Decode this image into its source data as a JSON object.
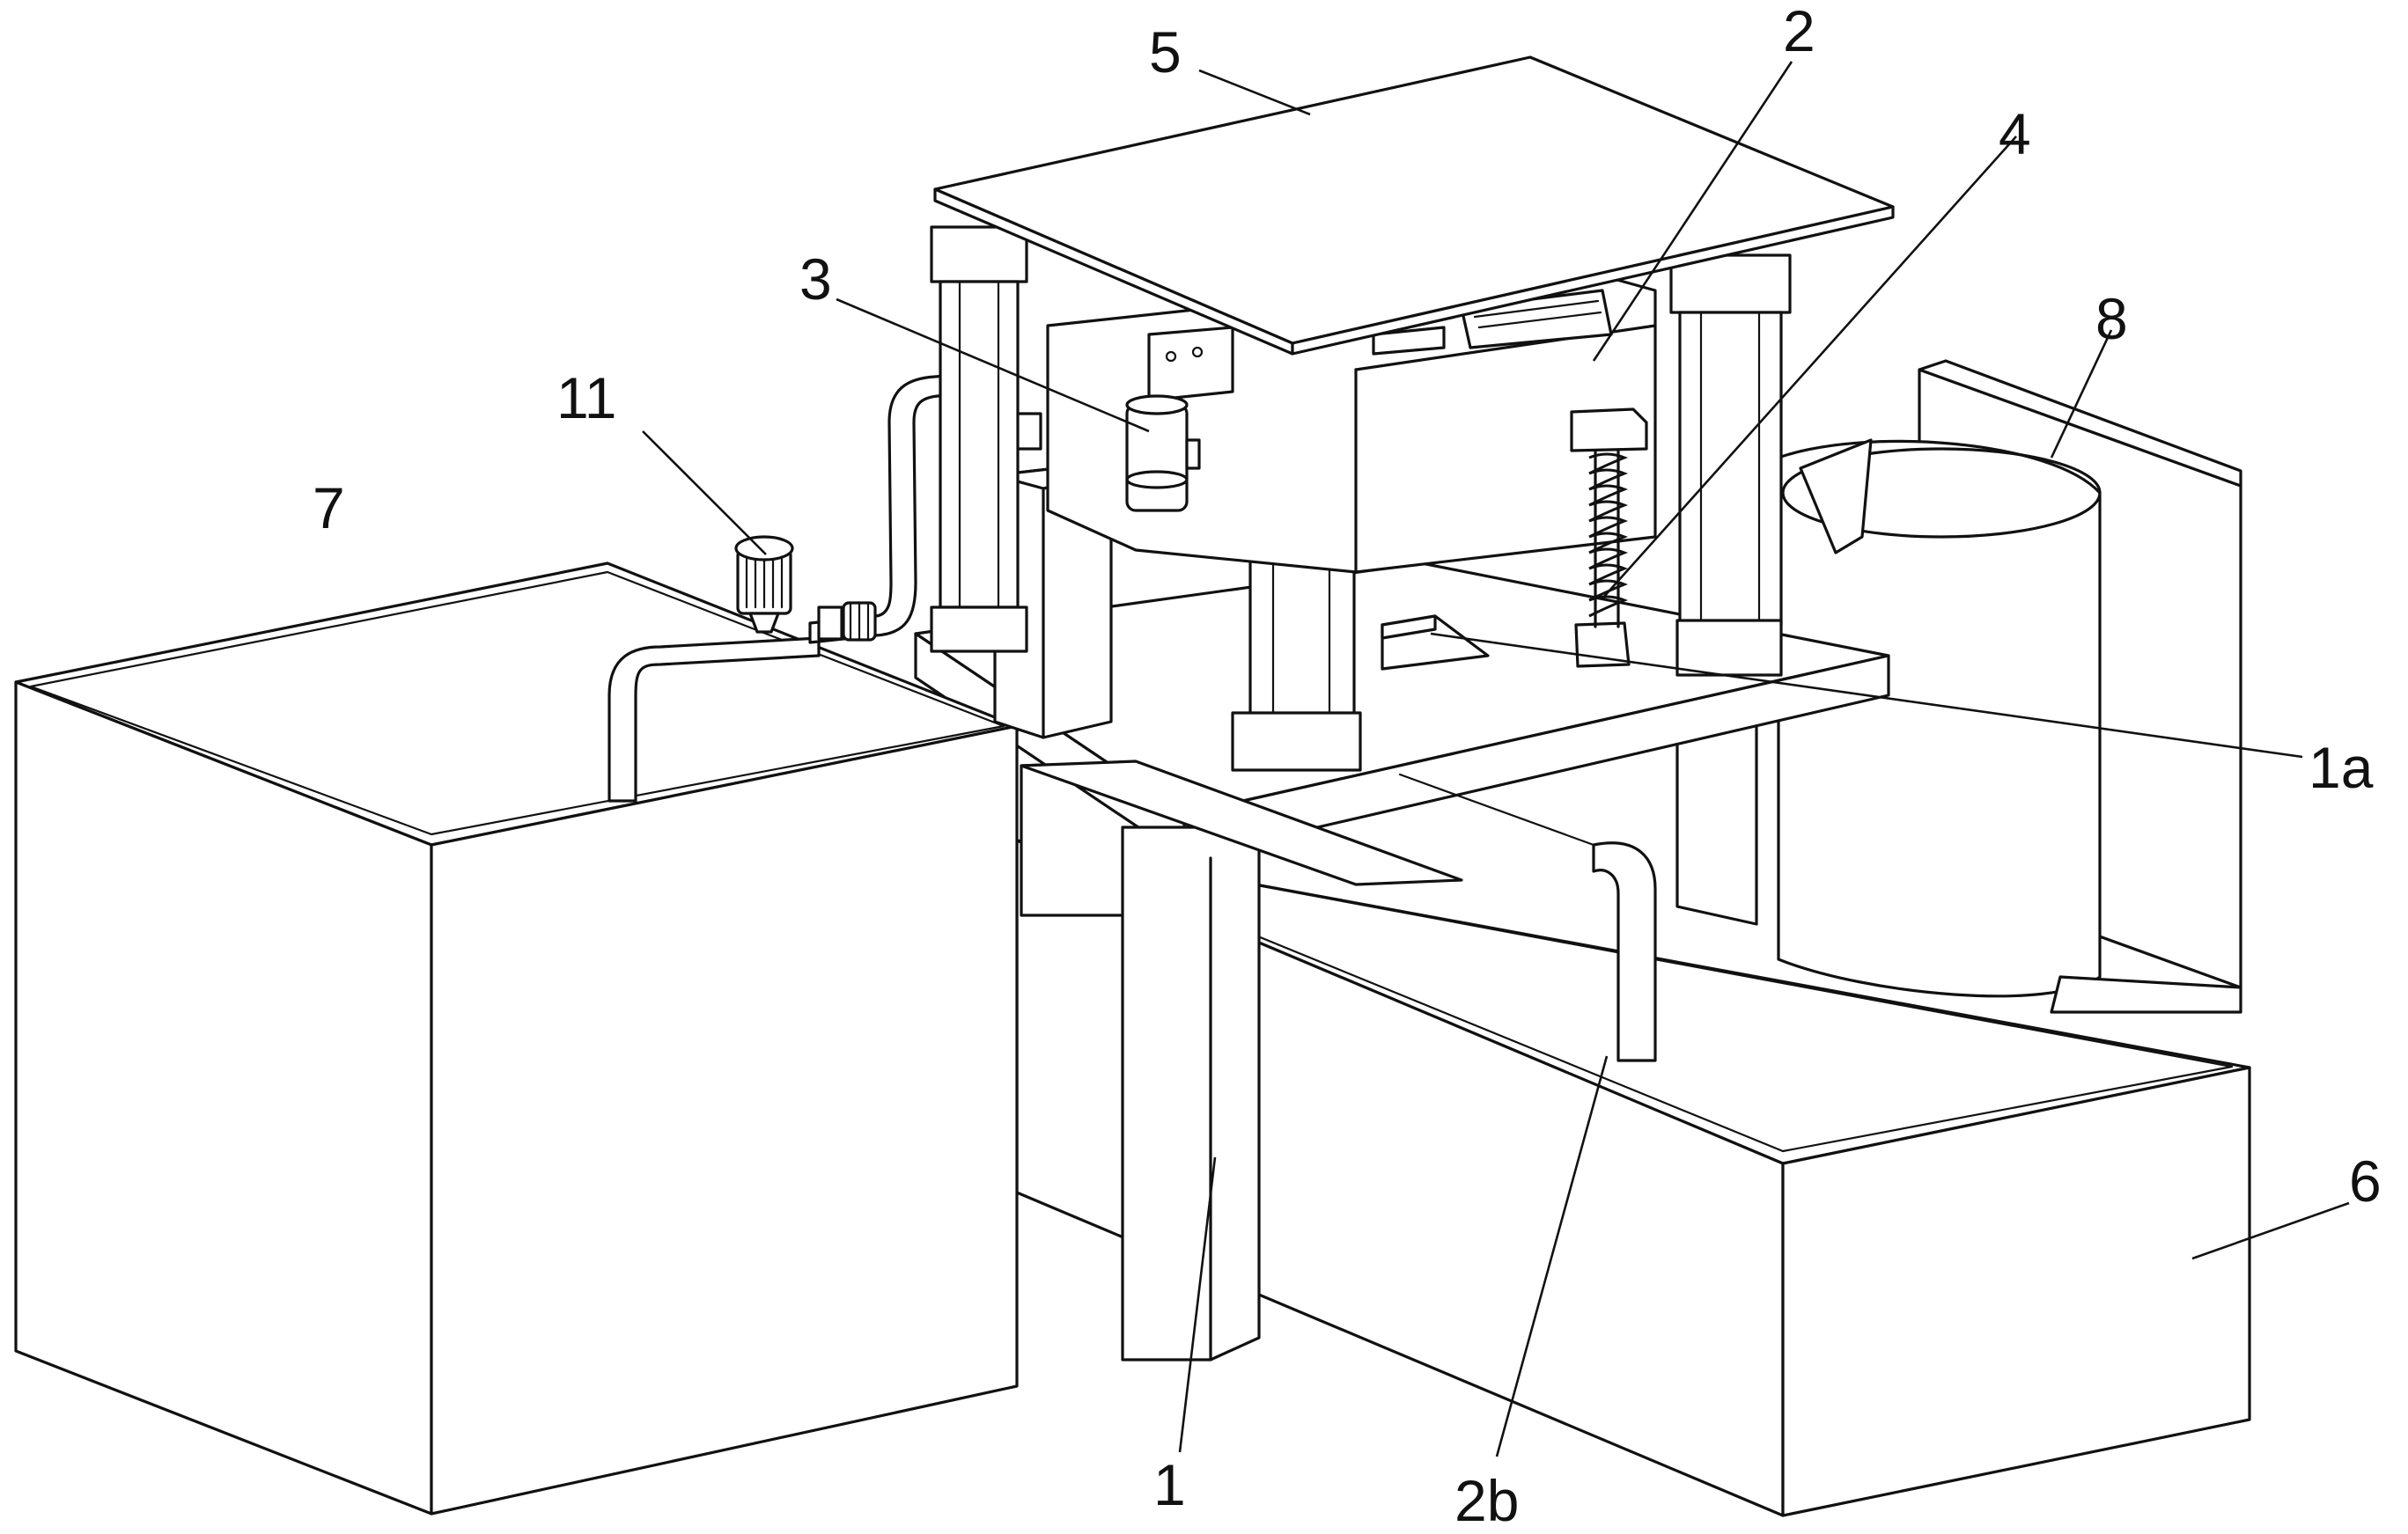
{
  "figure": {
    "labels": [
      {
        "id": "label-5",
        "text": "5"
      },
      {
        "id": "label-2",
        "text": "2"
      },
      {
        "id": "label-4",
        "text": "4"
      },
      {
        "id": "label-3",
        "text": "3"
      },
      {
        "id": "label-8",
        "text": "8"
      },
      {
        "id": "label-11",
        "text": "11"
      },
      {
        "id": "label-7",
        "text": "7"
      },
      {
        "id": "label-1a",
        "text": "1a"
      },
      {
        "id": "label-6",
        "text": "6"
      },
      {
        "id": "label-1",
        "text": "1"
      },
      {
        "id": "label-2b",
        "text": "2b"
      }
    ]
  },
  "colors": {
    "line": "#111111",
    "paper": "#ffffff"
  }
}
